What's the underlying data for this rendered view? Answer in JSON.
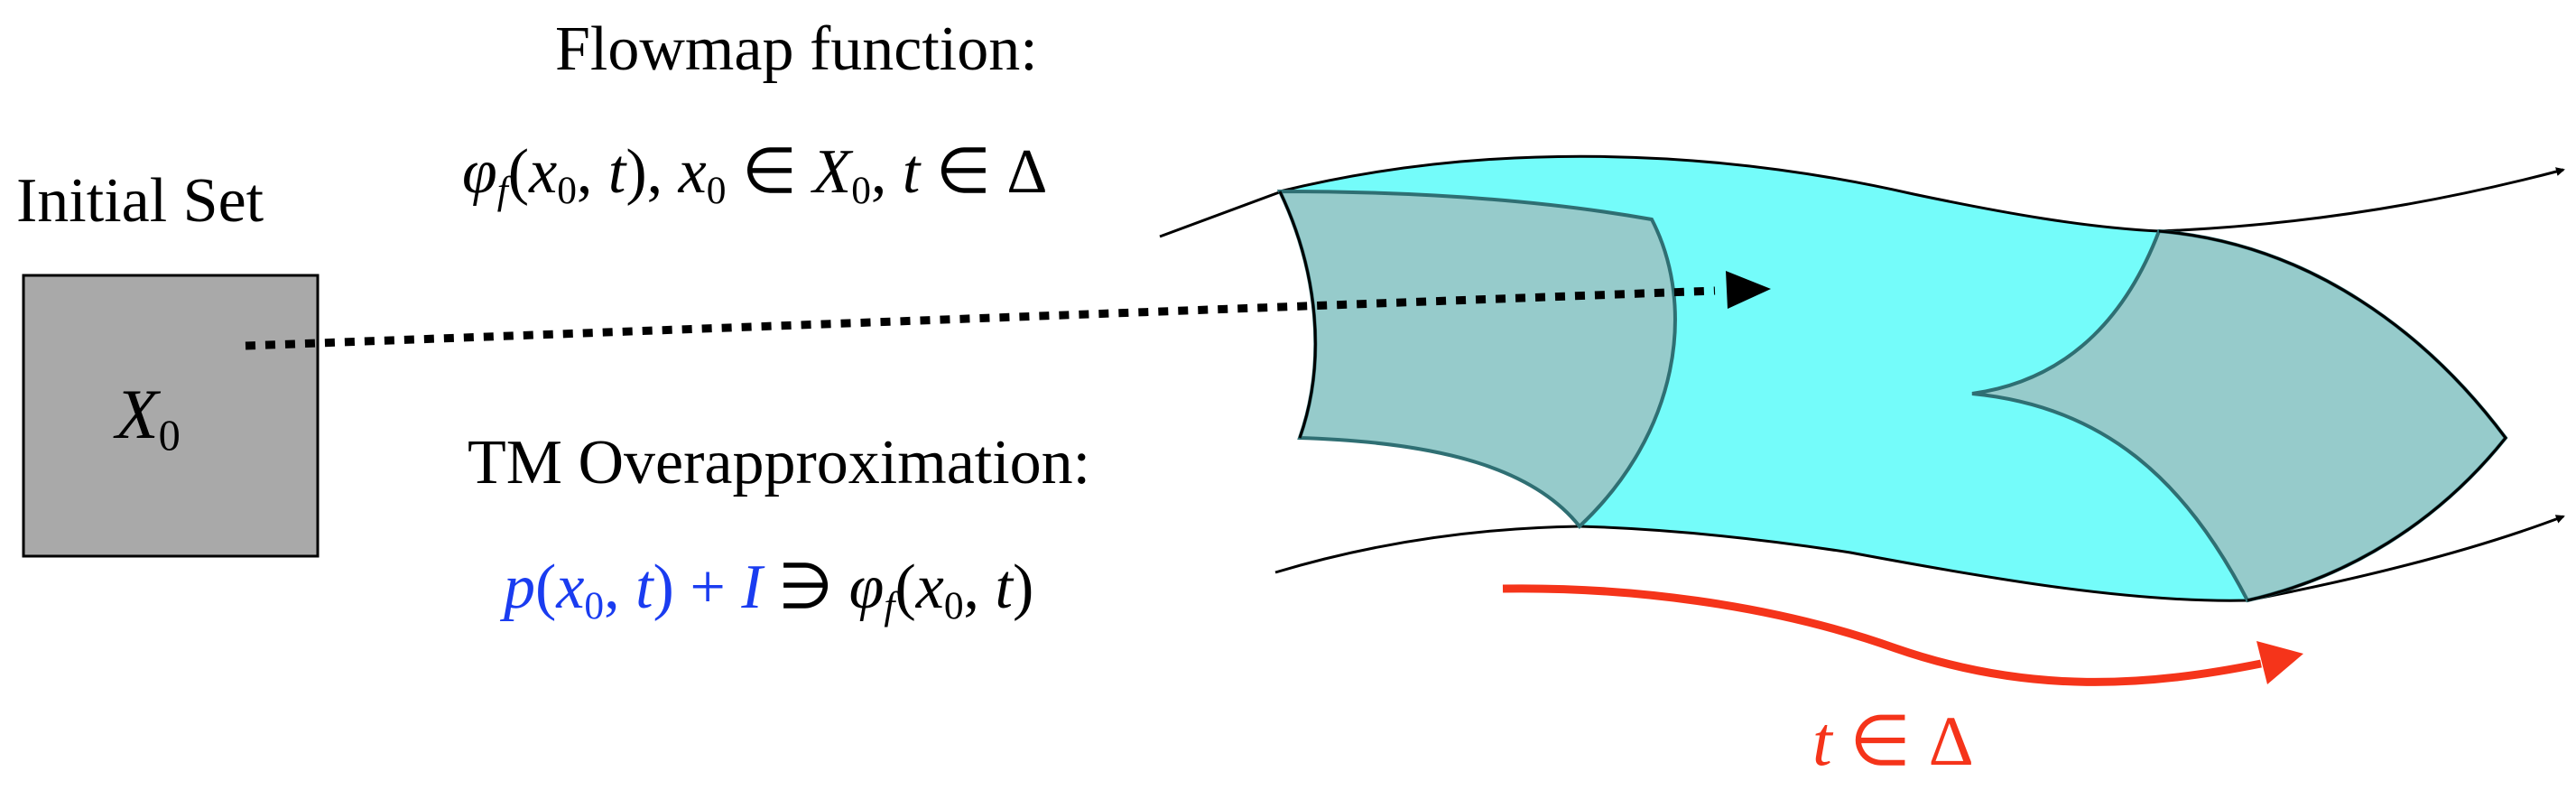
{
  "initial_set": {
    "title": "Initial Set",
    "set_name": "X",
    "set_sub": "0"
  },
  "flowmap": {
    "title": "Flowmap function:",
    "phi": "φ",
    "f": "f",
    "open": "(",
    "x": "x",
    "sub0": "0",
    "comma_t": ", ",
    "t": "t",
    "close": "),",
    "x0": "x",
    "x0sub": "0",
    "in1": " ∈ ",
    "X": "X",
    "Xsub": "0",
    "comma2": ", ",
    "t2": "t",
    "in2": " ∈ Δ"
  },
  "tm": {
    "title": "TM Overapproximation:",
    "p": "p",
    "open": "(",
    "x": "x",
    "sub0": "0",
    "comma": ", ",
    "t": "t",
    "close": ")",
    "plus": " + ",
    "I": "I",
    "ni": " ∋ ",
    "phi": "φ",
    "f": "f",
    "open2": "(",
    "x2": "x",
    "sub02": "0",
    "comma2": ", ",
    "t2": "t",
    "close2": ")"
  },
  "time_label": {
    "t": "t",
    "in": " ∈ Δ"
  },
  "colors": {
    "initial_fill": "#a9a9a9",
    "flowpipe_fill": "#74fcfa",
    "segment_fill": "#96cbcb",
    "segment_stroke": "#2f6f73",
    "time_arrow": "#f5341a",
    "tm_blue": "#1a3cf0"
  }
}
